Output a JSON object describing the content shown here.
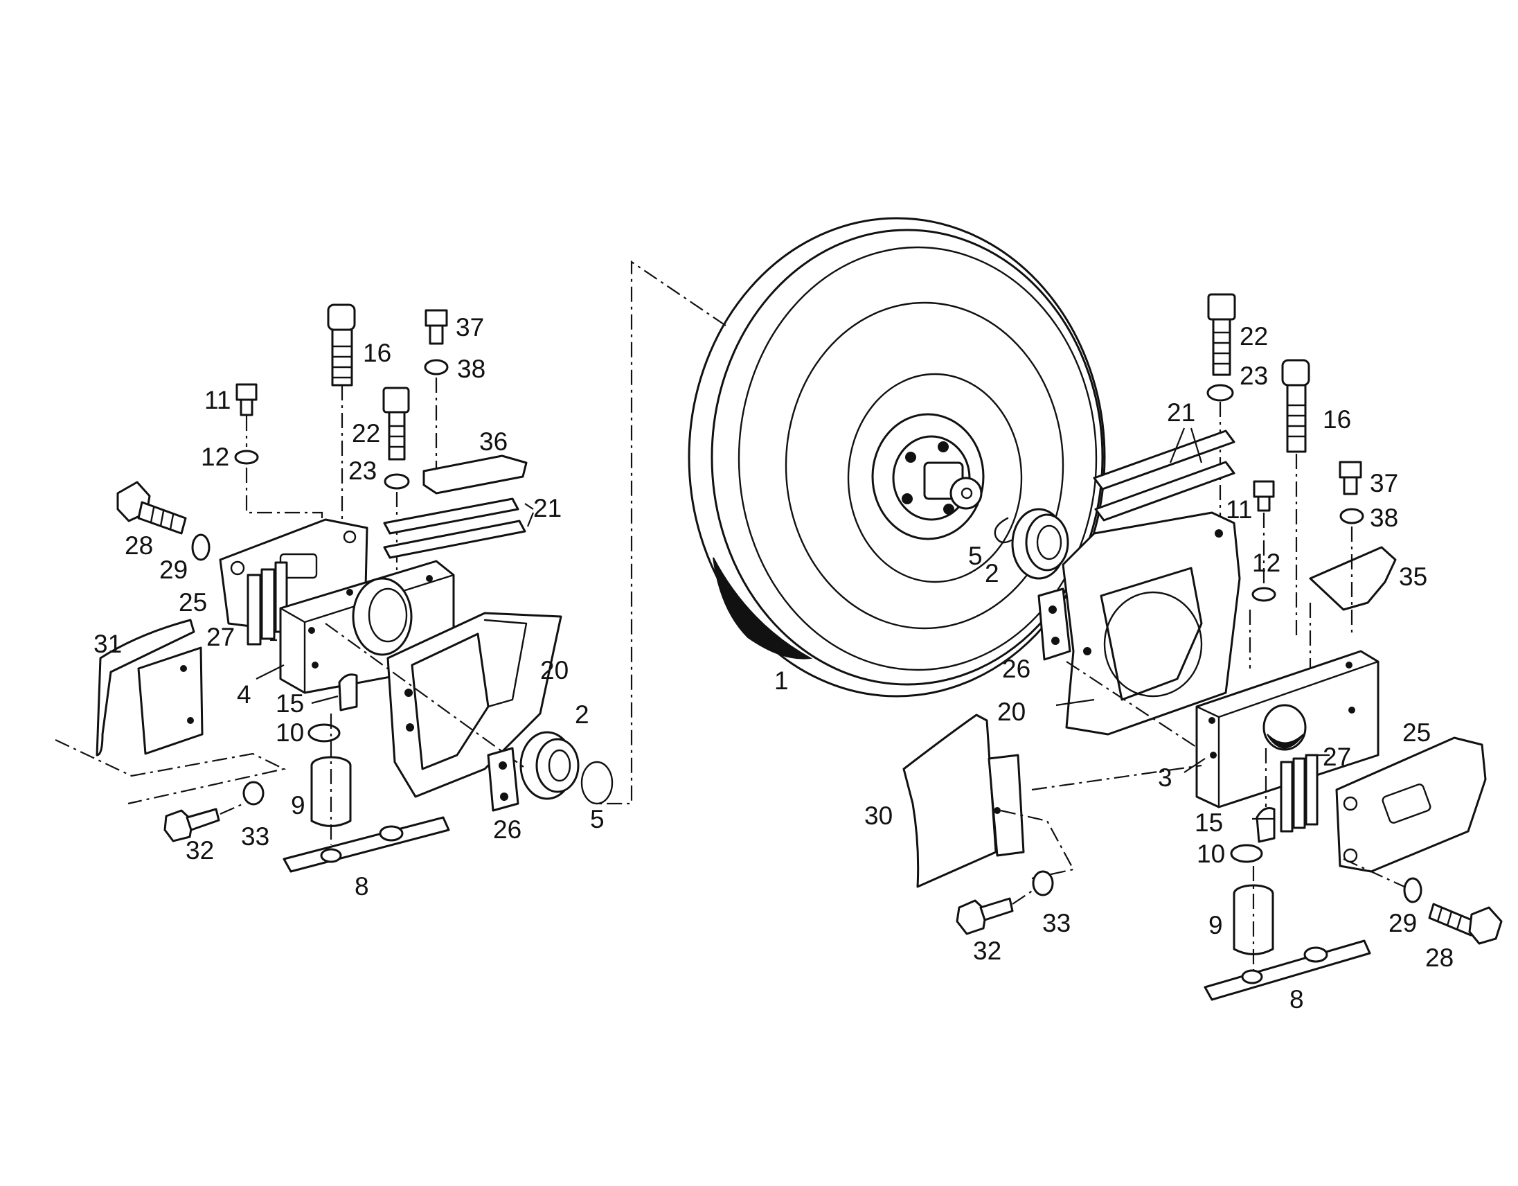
{
  "labels": {
    "left": {
      "p37": "37",
      "p16": "16",
      "p38": "38",
      "p11": "11",
      "p22": "22",
      "p12": "12",
      "p23": "23",
      "p36": "36",
      "p28": "28",
      "p21": "21",
      "p29": "29",
      "p25": "25",
      "p31": "31",
      "p27": "27",
      "p20": "20",
      "p4": "4",
      "p15": "15",
      "p2": "2",
      "p10": "10",
      "p9": "9",
      "p5": "5",
      "p26": "26",
      "p32": "32",
      "p33": "33",
      "p8": "8"
    },
    "center": {
      "p1": "1",
      "p5": "5",
      "p2": "2"
    },
    "right": {
      "p22": "22",
      "p23": "23",
      "p21": "21",
      "p16": "16",
      "p37": "37",
      "p38": "38",
      "p11": "11",
      "p12": "12",
      "p35": "35",
      "p26": "26",
      "p20": "20",
      "p25": "25",
      "p27": "27",
      "p3": "3",
      "p30": "30",
      "p15": "15",
      "p10": "10",
      "p29": "29",
      "p28": "28",
      "p9": "9",
      "p32": "32",
      "p33": "33",
      "p8": "8"
    }
  },
  "colors": {
    "ink": "#111111",
    "paper": "#ffffff"
  }
}
